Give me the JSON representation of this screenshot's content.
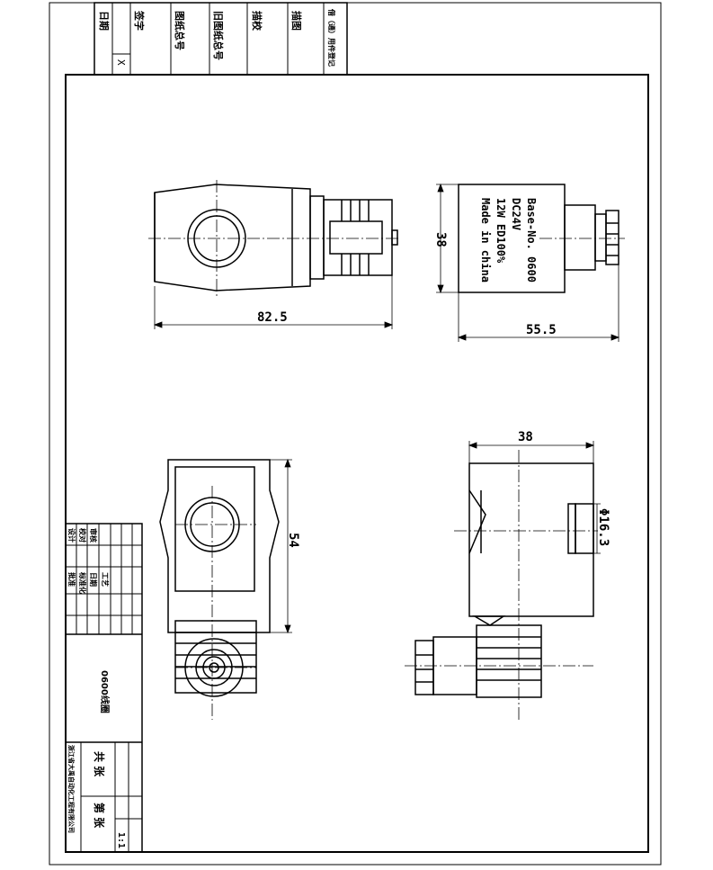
{
  "title_block_top": {
    "cells": [
      "日期",
      "签字",
      "X",
      "图纸总号",
      "旧图纸总号",
      "描校",
      "描图",
      "借（通）用件登记"
    ]
  },
  "dimensions": {
    "top_left_length": "82.5",
    "top_right_height": "38",
    "top_right_width": "55.5",
    "bottom_left_height": "54",
    "bottom_right_width": "38",
    "bottom_right_diameter": "Φ16.3"
  },
  "label_plate": {
    "lines": [
      "Base-No. 0600",
      "DC24V",
      "12W ED100%",
      "Made in china"
    ]
  },
  "title_block_bottom": {
    "drawing_name": "0600线圈",
    "sheets_total": "共 张",
    "sheet_no": "第 张",
    "scale": "1:1",
    "company": "浙江省大禹自动化工程有限公司",
    "role_cells": [
      "设计",
      "校对",
      "审核",
      "标准化",
      "工艺",
      "批准",
      "日期"
    ]
  }
}
